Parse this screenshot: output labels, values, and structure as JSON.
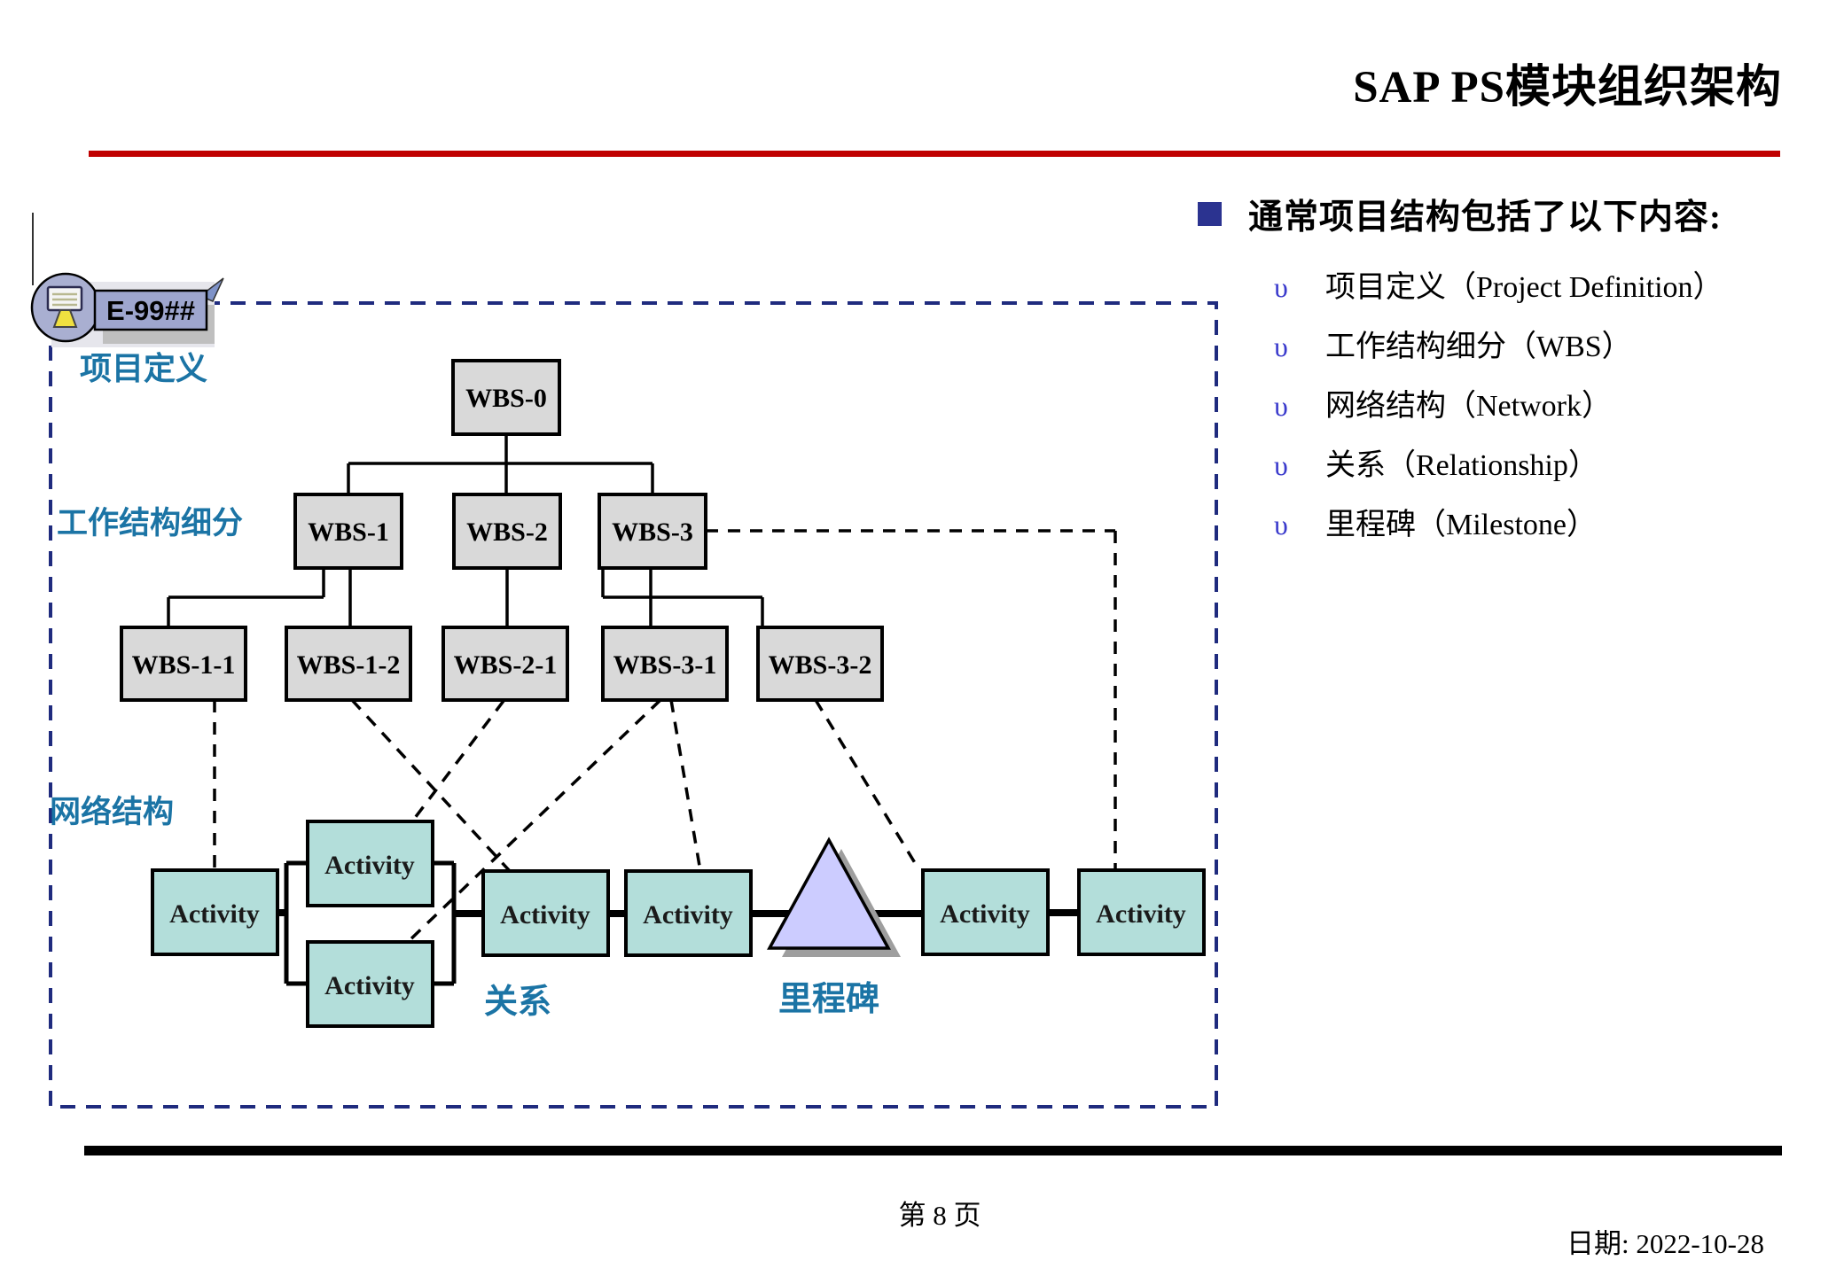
{
  "title": "SAP PS模块组织架构",
  "bullets": {
    "heading": "通常项目结构包括了以下内容:",
    "marker": "υ",
    "items": [
      "项目定义（Project Definition）",
      "工作结构细分（WBS）",
      "网络结构（Network）",
      "关系（Relationship）",
      "里程碑（Milestone）"
    ]
  },
  "diagram": {
    "badge_label": "E-99##",
    "labels": {
      "project_definition": "项目定义",
      "wbs_breakdown": "工作结构细分",
      "network": "网络结构",
      "relationship": "关系",
      "milestone": "里程碑"
    },
    "wbs_nodes": [
      "WBS-0",
      "WBS-1",
      "WBS-2",
      "WBS-3",
      "WBS-1-1",
      "WBS-1-2",
      "WBS-2-1",
      "WBS-3-1",
      "WBS-3-2"
    ],
    "activity_label": "Activity",
    "colors": {
      "accent_red": "#C00000",
      "border_navy": "#1F2B7E",
      "label_blue": "#1B74A5",
      "bullet_navy": "#2B3390",
      "bullet_marker_blue": "#3A3ACC",
      "wbs_fill": "#D9D9D9",
      "activity_fill": "#B3DEDA",
      "milestone_fill": "#CCCCFF",
      "milestone_shadow": "#9E9E9E",
      "badge_fill": "#9EA6CE",
      "badge_circle_fill": "#A9AFD1"
    }
  },
  "footer": {
    "page": "第 8 页",
    "date": "日期: 2022-10-28"
  }
}
